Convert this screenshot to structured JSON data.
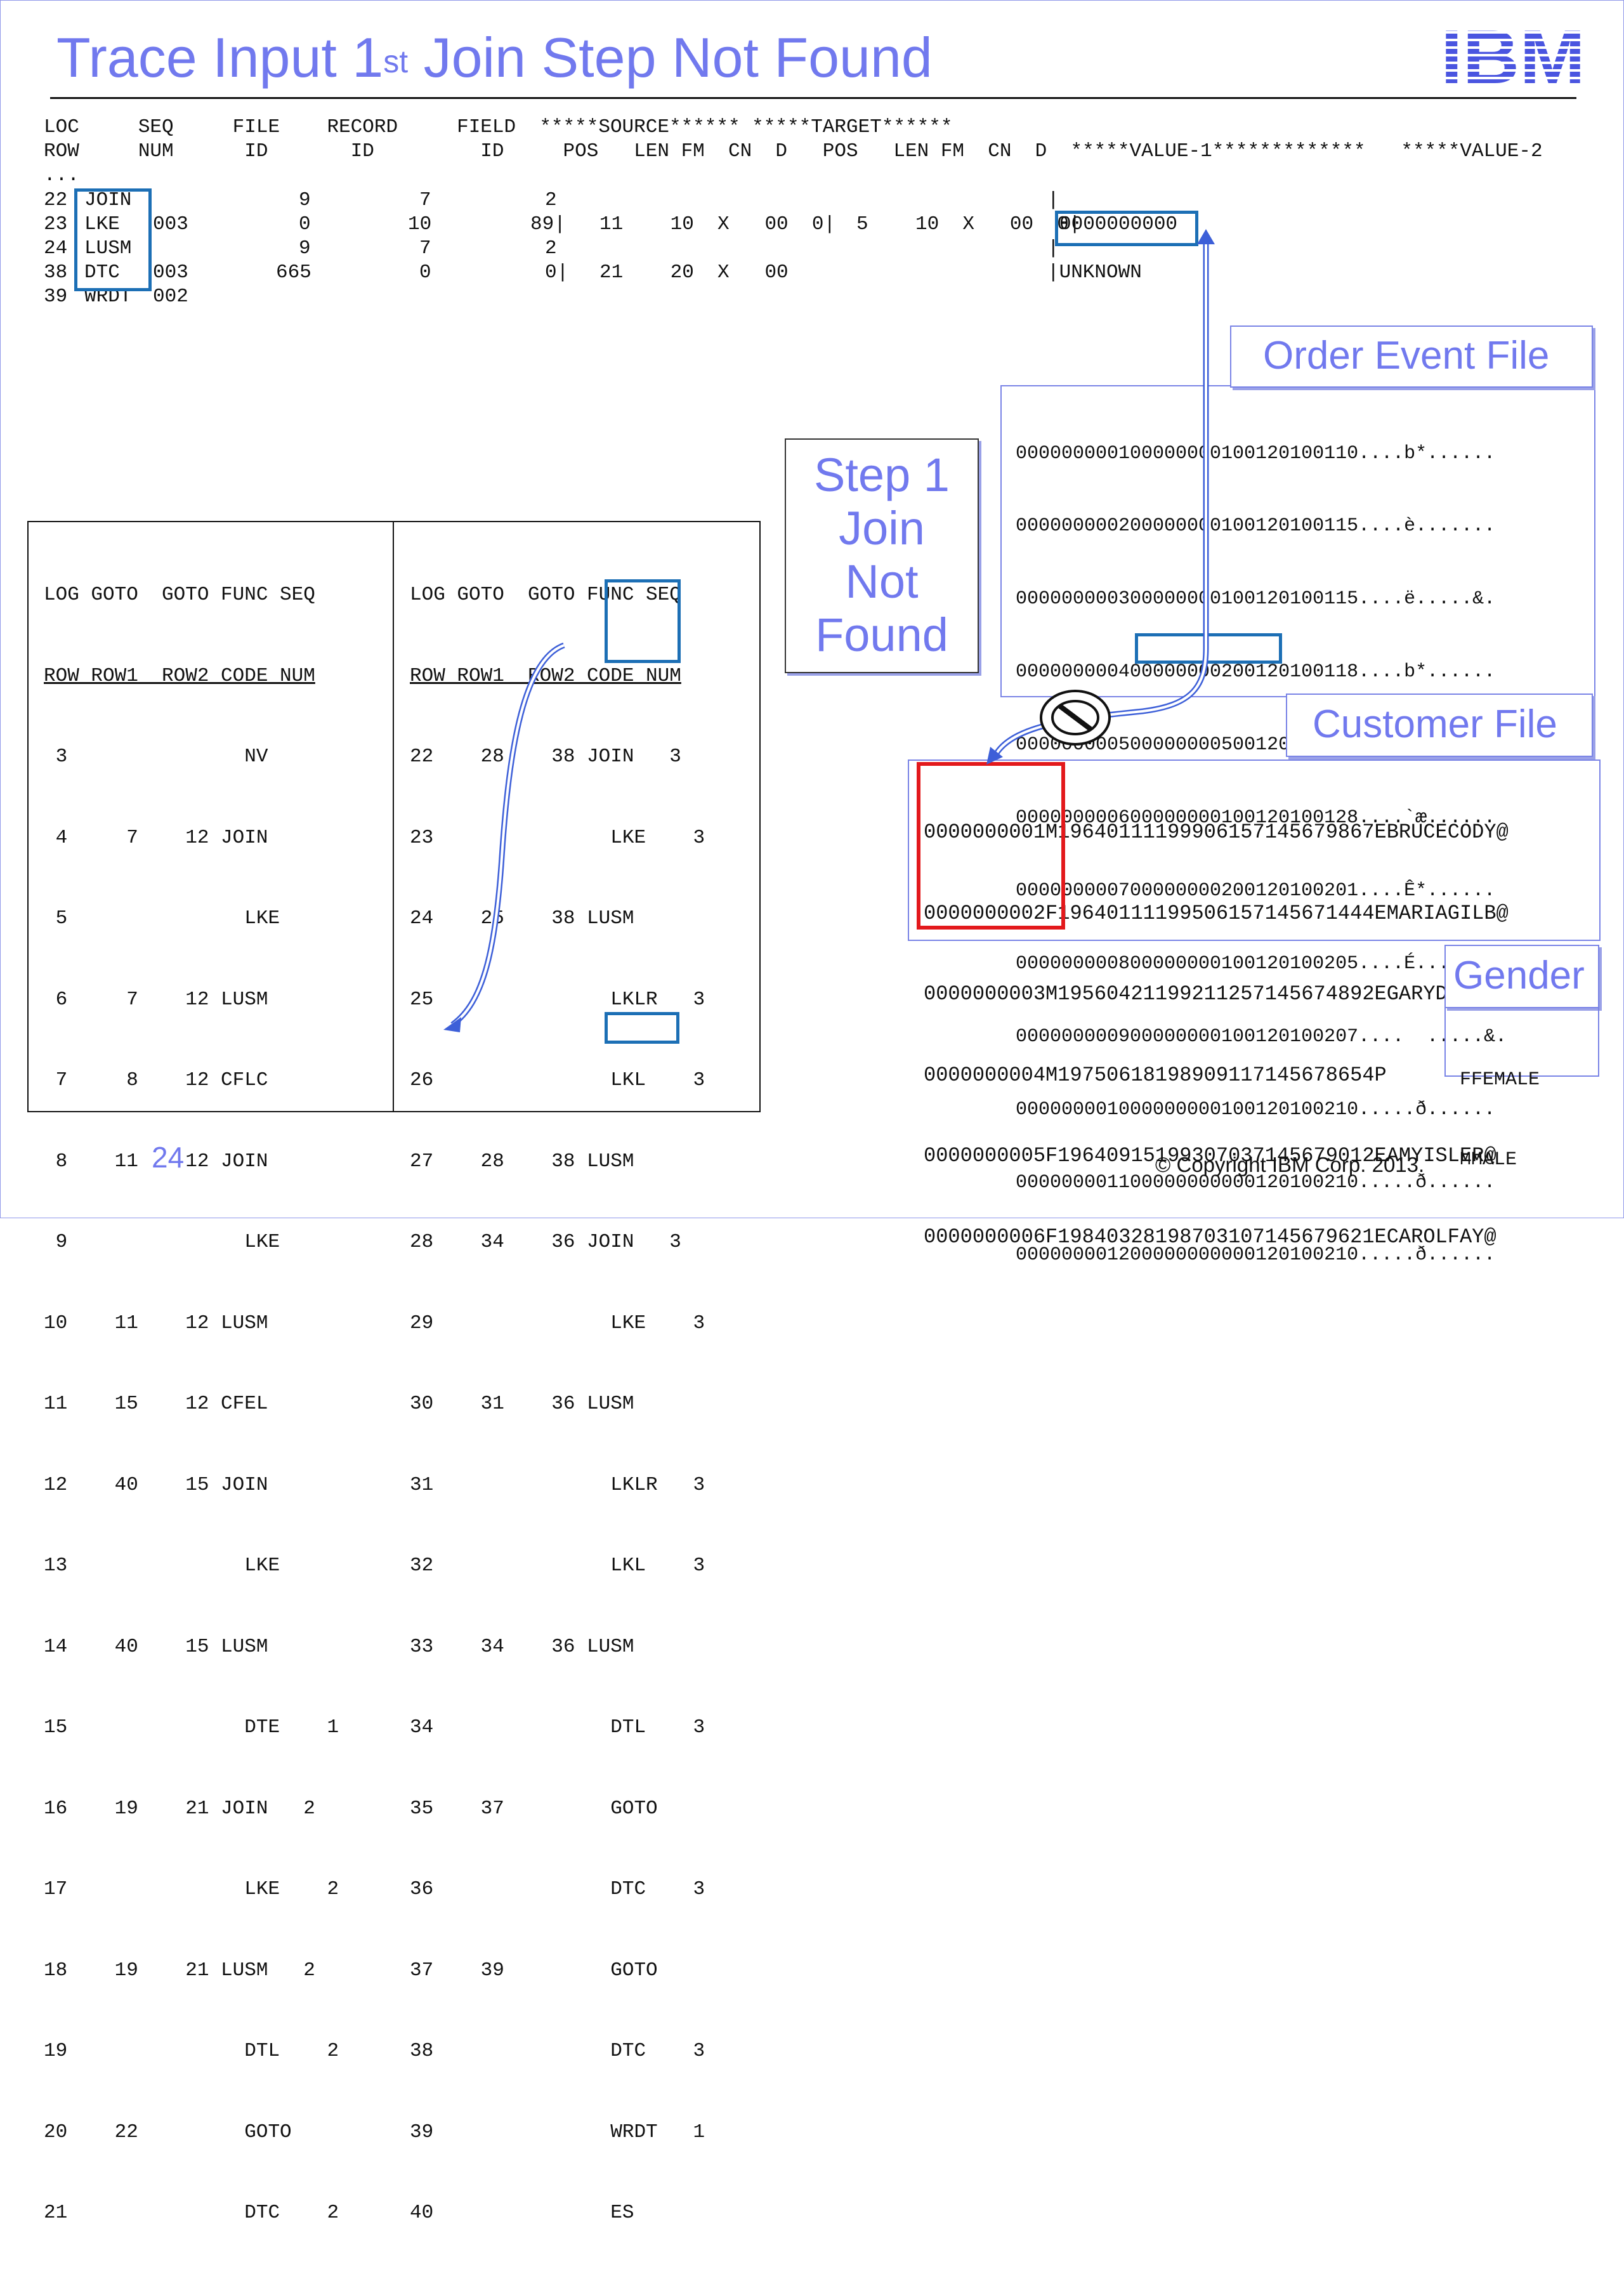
{
  "title": {
    "main_before": "Trace Input 1",
    "sup": "st",
    "main_after": " Join Step Not Found"
  },
  "logo": {
    "text": "IBM",
    "color": "#4a55e0"
  },
  "trace": {
    "header1": "LOC     SEQ     FILE    RECORD     FIELD  *****SOURCE****** *****TARGET******",
    "header2": "ROW     NUM      ID       ID         ID     POS   LEN FM  CN  D   POS   LEN FM  CN  D  *****VALUE-1*************   *****VALUE-2",
    "ellipsis": "...",
    "rows": [
      {
        "loc": "22",
        "func": "JOIN",
        "seq": "",
        "file": "9",
        "record": "7",
        "field": "2",
        "source": "",
        "target": "",
        "value1": ""
      },
      {
        "loc": "23",
        "func": "LKE",
        "seq": "003",
        "file": "0",
        "record": "10",
        "field": "89|",
        "source": "11    10  X   00  0|",
        "target": "5    10  X   00  0|",
        "value1": "0000000000"
      },
      {
        "loc": "24",
        "func": "LUSM",
        "seq": "",
        "file": "9",
        "record": "7",
        "field": "2",
        "source": "",
        "target": "",
        "value1": ""
      },
      {
        "loc": "38",
        "func": "DTC",
        "seq": "003",
        "file": "665",
        "record": "0",
        "field": "0|",
        "source": "21    20  X   00",
        "target": "",
        "value1": "|UNKNOWN"
      },
      {
        "loc": "39",
        "func": "WRDT",
        "seq": "002",
        "file": "",
        "record": "",
        "field": "",
        "source": "",
        "target": "",
        "value1": ""
      }
    ]
  },
  "logic_table_left": {
    "header1": "LOG GOTO  GOTO FUNC SEQ",
    "header2": "ROW ROW1  ROW2 CODE NUM",
    "rows": [
      " 3               NV",
      " 4     7    12 JOIN",
      " 5               LKE",
      " 6     7    12 LUSM",
      " 7     8    12 CFLC",
      " 8    11    12 JOIN",
      " 9               LKE",
      "10    11    12 LUSM",
      "11    15    12 CFEL",
      "12    40    15 JOIN",
      "13               LKE",
      "14    40    15 LUSM",
      "15               DTE    1",
      "16    19    21 JOIN   2",
      "17               LKE    2",
      "18    19    21 LUSM   2",
      "19               DTL    2",
      "20    22         GOTO",
      "21               DTC    2"
    ]
  },
  "logic_table_right": {
    "header1": "LOG GOTO  GOTO FUNC SEQ",
    "header2": "ROW ROW1  ROW2 CODE NUM",
    "rows": [
      "22    28    38 JOIN   3",
      "23               LKE    3",
      "24    25    38 LUSM",
      "25               LKLR   3",
      "26               LKL    3",
      "27    28    38 LUSM",
      "28    34    36 JOIN   3",
      "29               LKE    3",
      "30    31    36 LUSM",
      "31               LKLR   3",
      "32               LKL    3",
      "33    34    36 LUSM",
      "34               DTL    3",
      "35    37         GOTO",
      "36               DTC    3",
      "37    39         GOTO",
      "38               DTC    3",
      "39               WRDT   1",
      "40               ES"
    ]
  },
  "step_label": {
    "lines": [
      "Step 1",
      "Join",
      "Not",
      "Found"
    ]
  },
  "order_event_file": {
    "label": "Order Event File",
    "rows": [
      "000000000100000000100120100110....b*......",
      "000000000200000000100120100115....è.......",
      "000000000300000000100120100115....ë.....&.",
      "000000000400000000200120100118....b*......",
      "000000000500000000500120100122............",
      "000000000600000000100120100128....`æ......",
      "000000000700000000200120100201....Ê*......",
      "000000000800000000100120100205....É.......",
      "000000000900000000100120100207....  .....&.",
      "000000001000000000100120100210.....ð......",
      "000000001100000000000120100210.....ð......",
      "000000001200000000000120100210.....ð......"
    ]
  },
  "customer_file": {
    "label": "Customer File",
    "rows": [
      "0000000001M19640111199906157145679867EBRUCECODY@",
      "0000000002F19640111199506157145671444EMARIAGILB@",
      "0000000003M19560421199211257145674892EGARYDELANO",
      "0000000004M19750618198909117145678654P",
      "0000000005F19640915199307037145679012EAMYISLER@",
      "0000000006F19840328198703107145679621ECAROLFAY@"
    ]
  },
  "gender_file": {
    "label": "Gender",
    "rows": [
      "FFEMALE",
      "MMALE"
    ]
  },
  "footer": {
    "page_number": "24",
    "copyright": "© Copyright IBM Corp. 2013."
  },
  "colors": {
    "accent": "#7179ee",
    "highlight_blue": "#1c6fb5",
    "highlight_red": "#e3191c",
    "arrow": "#3d5fd8"
  }
}
